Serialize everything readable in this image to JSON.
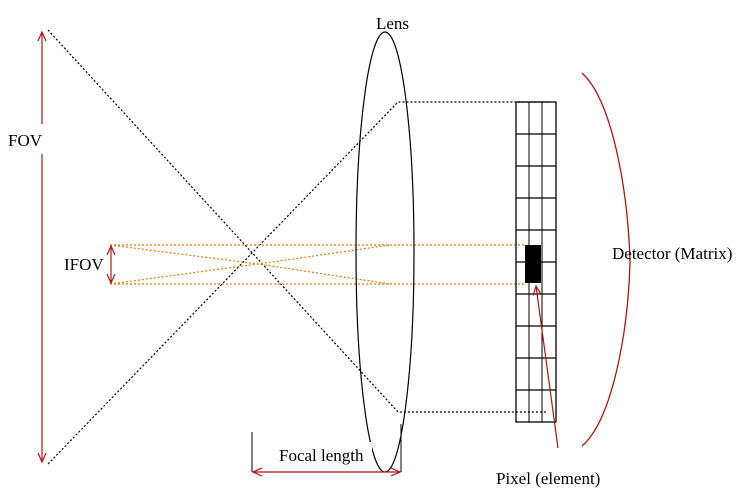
{
  "labels": {
    "lens": "Lens",
    "fov": "FOV",
    "ifov": "IFOV",
    "detector": "Detector (Matrix)",
    "focal_length": "Focal length",
    "pixel": "Pixel (element)"
  },
  "colors": {
    "ray": "#000000",
    "ifov_ray": "#e07a10",
    "dimension_arrow": "#b01515",
    "pixel_fill": "#000000"
  },
  "detector": {
    "columns": 3,
    "rows": 10,
    "highlighted_pixel": {
      "row": 4,
      "column": 0
    }
  }
}
